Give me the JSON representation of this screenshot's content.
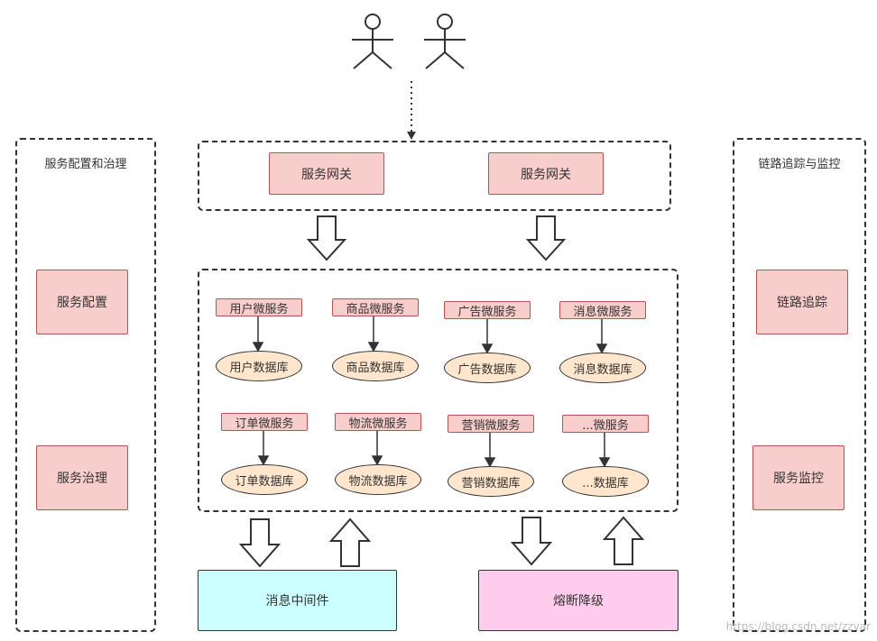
{
  "left_panel": {
    "title": "服务配置和治理",
    "items": [
      "服务配置",
      "服务治理"
    ]
  },
  "right_panel": {
    "title": "链路追踪与监控",
    "items": [
      "链路追踪",
      "服务监控"
    ]
  },
  "gateway": {
    "items": [
      "服务网关",
      "服务网关"
    ]
  },
  "services": [
    {
      "service": "用户微服务",
      "database": "用户数据库"
    },
    {
      "service": "商品微服务",
      "database": "商品数据库"
    },
    {
      "service": "广告微服务",
      "database": "广告数据库"
    },
    {
      "service": "消息微服务",
      "database": "消息数据库"
    },
    {
      "service": "订单微服务",
      "database": "订单数据库"
    },
    {
      "service": "物流微服务",
      "database": "物流数据库"
    },
    {
      "service": "营销微服务",
      "database": "营销数据库"
    },
    {
      "service": "...微服务",
      "database": "...数据库"
    }
  ],
  "bottom": {
    "message_middleware": "消息中间件",
    "circuit_breaker": "熔断降级"
  },
  "footer_url": "https://blog.csdn.net/zzvar",
  "colors": {
    "pink_fill": "#f8cecc",
    "db_fill": "#ffe6cc",
    "cyan_fill": "#ccffff",
    "magenta_fill": "#ffccee"
  }
}
